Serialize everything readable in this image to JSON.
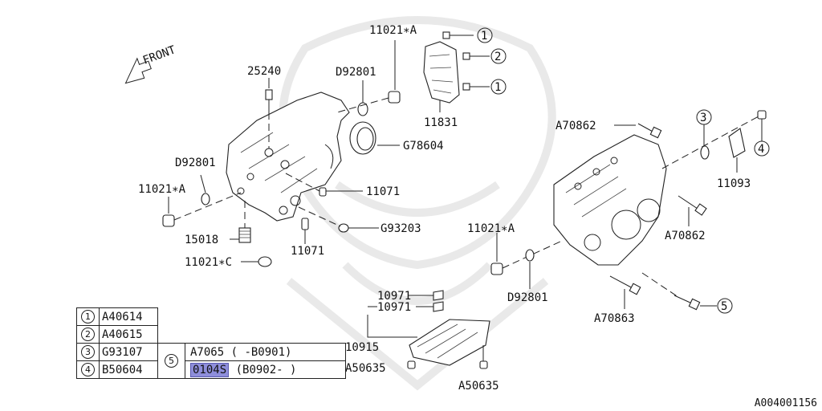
{
  "labels": {
    "front": "FRONT",
    "p25240": "25240",
    "d92801_top": "D92801",
    "p11021a_top": "11021∗A",
    "circle1a": "1",
    "circle2": "2",
    "circle1b": "1",
    "p11831": "11831",
    "g78604": "G78604",
    "d92801_left": "D92801",
    "p11021a_left": "11021∗A",
    "p11071_a": "11071",
    "g93203": "G93203",
    "p15018": "15018",
    "p11071_b": "11071",
    "p11021c": "11021∗C",
    "a70862_top": "A70862",
    "circle3": "3",
    "circle4": "4",
    "p11093": "11093",
    "a70862_right": "A70862",
    "p11021a_right": "11021∗A",
    "d92801_right": "D92801",
    "a70863": "A70863",
    "circle5": "5",
    "p10971_a": "10971",
    "p10971_b": "10971",
    "p10915": "10915",
    "a50635_left": "A50635",
    "a50635_right": "A50635"
  },
  "legend": {
    "rows": [
      {
        "num": "1",
        "code": "A40614"
      },
      {
        "num": "2",
        "code": "A40615"
      },
      {
        "num": "3",
        "code": "G93107"
      },
      {
        "num": "4",
        "code": "B50604"
      }
    ],
    "five": {
      "num": "5",
      "row1_code": "A7065",
      "row1_note": "( -B0901)",
      "row2_code": "0104S",
      "row2_note": "(B0902- )"
    }
  },
  "footer_id": "A004001156",
  "colors": {
    "highlight": "#8e8edb",
    "ink": "#222222",
    "watermark": "#e9e9e9"
  }
}
